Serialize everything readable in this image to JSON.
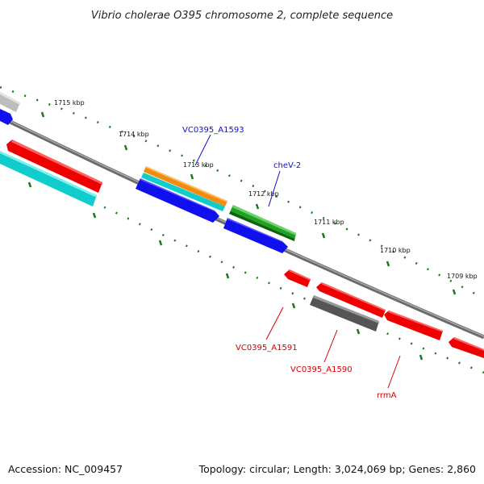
{
  "title": "Vibrio cholerae O395 chromosome 2, complete sequence",
  "footer": {
    "accession": "Accession: NC_009457",
    "summary": "Topology: circular; Length: 3,024,069 bp; Genes: 2,860"
  },
  "scale_labels": [
    "1715 kbp",
    "1714 kbp",
    "1713 kbp",
    "1712 kbp",
    "1711 kbp",
    "1710 kbp",
    "1709 kbp"
  ],
  "gene_labels": {
    "vc0395_a1593": "VC0395_A1593",
    "chev2": "cheV-2",
    "vc0395_a1591": "VC0395_A1591",
    "vc0395_a1590": "VC0395_A1590",
    "rrma": "rrmA"
  },
  "colors": {
    "forward_label": "#1010c8",
    "reverse_label": "#d40000",
    "backbone": "#7a7a7a",
    "tick": "#1a7a1a",
    "red": "#ee0000",
    "blue": "#1010ee",
    "cyan": "#10cccc",
    "orange": "#f08c10",
    "green": "#22a022",
    "grey": "#666666",
    "light_grey": "#bdbdbd"
  }
}
